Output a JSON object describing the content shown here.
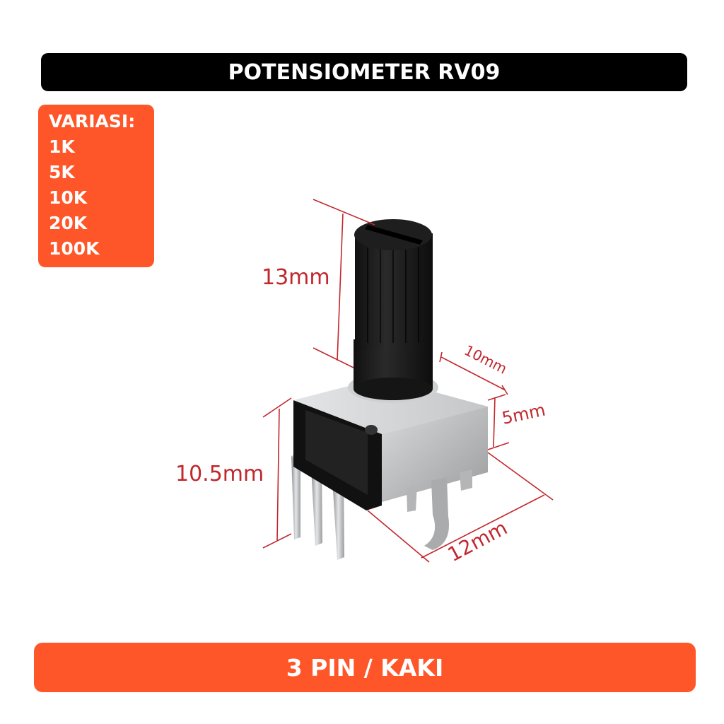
{
  "header": {
    "title": "POTENSIOMETER RV09"
  },
  "variants": {
    "label": "VARIASI:",
    "items": [
      "1K",
      "5K",
      "10K",
      "20K",
      "100K"
    ]
  },
  "product_image": {
    "subject": "RV09 rotary potentiometer",
    "dimensions": {
      "shaft_height": "13mm",
      "body_depth": "10mm",
      "body_side_height": "5mm",
      "total_height": "10.5mm",
      "body_width": "12mm"
    }
  },
  "footer": {
    "label": "3 PIN / KAKI"
  },
  "colors": {
    "accent": "#fe5629",
    "title_bg": "#000000",
    "dimension_lines": "#c1272d"
  }
}
